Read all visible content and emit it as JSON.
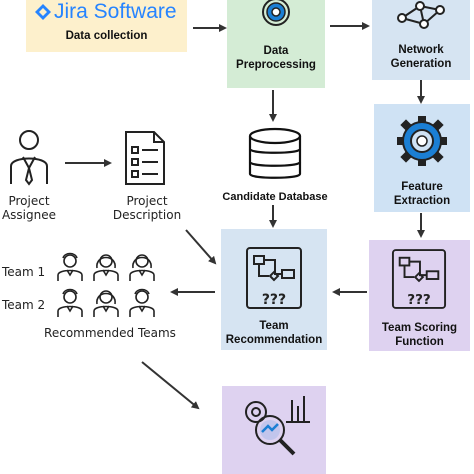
{
  "colors": {
    "jira_box": "#fdf0cc",
    "green_box": "#d4ecd5",
    "blue_box": "#d6e4f2",
    "light_blue_box": "#cfe2f4",
    "purple_box": "#ded2f0",
    "jira_blue": "#2684ff",
    "icon_stroke": "#222222",
    "gear_blue": "#1b7fd4",
    "arrow": "#333333"
  },
  "jira": {
    "brand": "Jira Software",
    "caption": "Data collection",
    "icon": "jira-logo-icon"
  },
  "preprocessing": {
    "label": "Data\nPreprocessing",
    "icon": "gear-icon"
  },
  "network": {
    "label": "Network\nGeneration",
    "icon": "network-graph-icon"
  },
  "feature": {
    "label": "Feature\nExtraction",
    "icon": "gear-icon"
  },
  "database": {
    "label": "Candidate Database",
    "icon": "database-icon"
  },
  "assignee": {
    "label": "Project\nAssignee",
    "icon": "person-icon"
  },
  "description": {
    "label": "Project\nDescription",
    "icon": "document-checklist-icon"
  },
  "team_recommendation": {
    "label": "Team\nRecommendation",
    "icon": "workflow-question-icon"
  },
  "team_scoring": {
    "label": "Team Scoring\nFunction",
    "icon": "workflow-question-icon"
  },
  "teams": {
    "team1": "Team 1",
    "team2": "Team 2",
    "caption": "Recommended Teams",
    "icon": "team-member-icon"
  },
  "evaluation": {
    "icon": "analysis-magnifier-icon"
  }
}
